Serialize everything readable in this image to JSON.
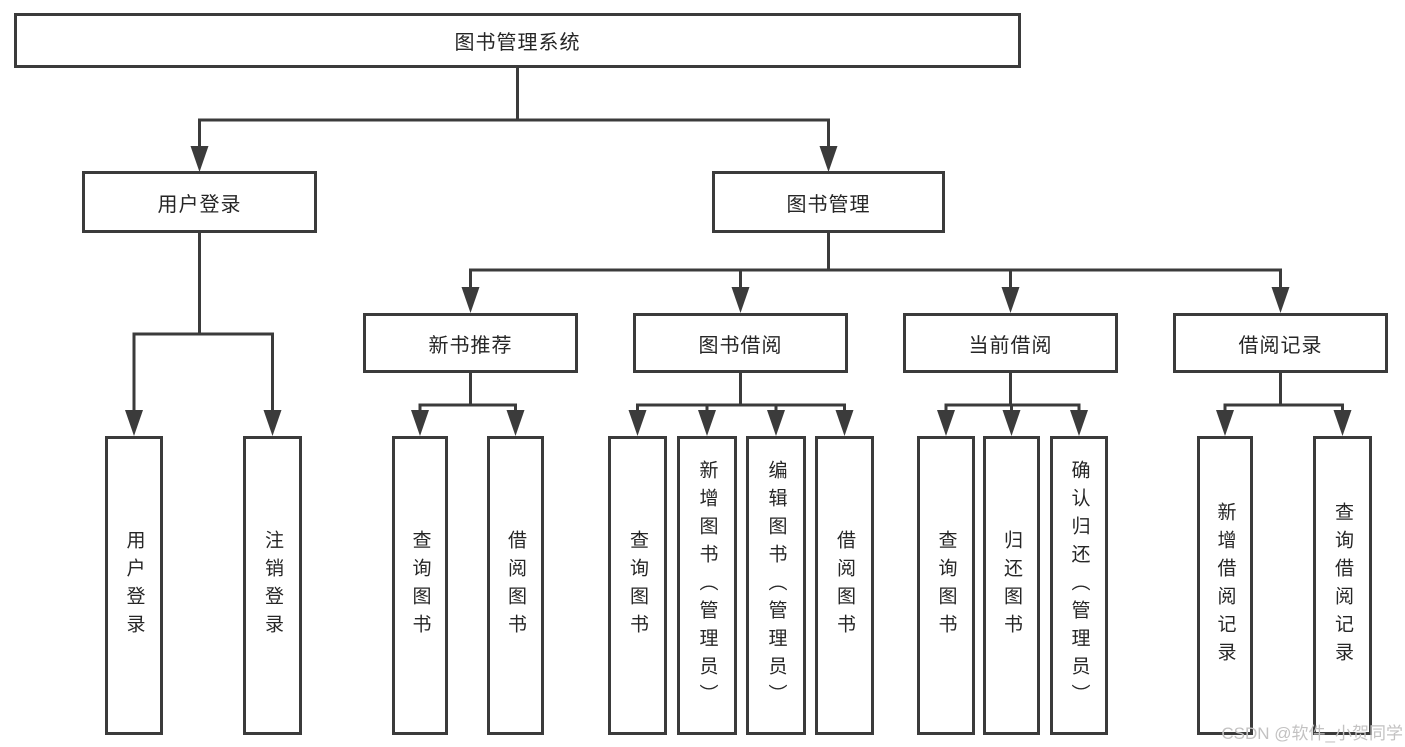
{
  "diagram": {
    "type": "function-structure-tree",
    "title": "图书管理系统",
    "watermark": "CSDN @软件_小贺同学"
  },
  "colors": {
    "background": "#ffffff",
    "line": "#3b3b3b",
    "box_border": "#3b3b3b",
    "text": "#262626",
    "watermark_text": "#c3c2c2"
  },
  "nodes": {
    "root": "图书管理系统",
    "user_login": "用户登录",
    "book_mgmt": "图书管理",
    "new_rec": "新书推荐",
    "book_borrow": "图书借阅",
    "current_borrow": "当前借阅",
    "borrow_record": "借阅记录",
    "leaf_user_login": "用户登录",
    "leaf_logout": "注销登录",
    "leaf_nr_query": "查询图书",
    "leaf_nr_borrow": "借阅图书",
    "leaf_bb_query": "查询图书",
    "leaf_bb_add": "新增图书（管理员）",
    "leaf_bb_edit": "编辑图书（管理员）",
    "leaf_bb_borrow": "借阅图书",
    "leaf_cb_query": "查询图书",
    "leaf_cb_return": "归还图书",
    "leaf_cb_confirm": "确认归还（管理员）",
    "leaf_br_add": "新增借阅记录",
    "leaf_br_query": "查询借阅记录"
  },
  "hierarchy": [
    {
      "parent": "图书管理系统",
      "children": [
        "用户登录",
        "图书管理"
      ]
    },
    {
      "parent": "用户登录",
      "children": [
        "用户登录",
        "注销登录"
      ]
    },
    {
      "parent": "图书管理",
      "children": [
        "新书推荐",
        "图书借阅",
        "当前借阅",
        "借阅记录"
      ]
    },
    {
      "parent": "新书推荐",
      "children": [
        "查询图书",
        "借阅图书"
      ]
    },
    {
      "parent": "图书借阅",
      "children": [
        "查询图书",
        "新增图书（管理员）",
        "编辑图书（管理员）",
        "借阅图书"
      ]
    },
    {
      "parent": "当前借阅",
      "children": [
        "查询图书",
        "归还图书",
        "确认归还（管理员）"
      ]
    },
    {
      "parent": "借阅记录",
      "children": [
        "新增借阅记录",
        "查询借阅记录"
      ]
    }
  ]
}
